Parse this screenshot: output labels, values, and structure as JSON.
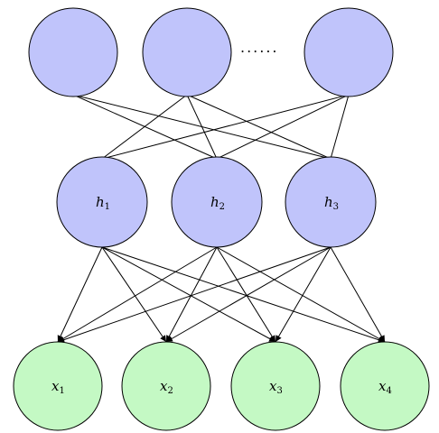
{
  "colors": {
    "top_fill": "#c0c4fb",
    "hidden_fill": "#c0c4fb",
    "visible_fill": "#c4f9c4",
    "stroke": "#000000"
  },
  "layers": {
    "top": {
      "nodes": [
        {
          "id": "t1",
          "label": "",
          "sub": ""
        },
        {
          "id": "t2",
          "label": "",
          "sub": ""
        },
        {
          "id": "t3",
          "label": "",
          "sub": ""
        }
      ],
      "ellipsis": "......"
    },
    "hidden": {
      "nodes": [
        {
          "id": "h1",
          "label": "h",
          "sub": "1"
        },
        {
          "id": "h2",
          "label": "h",
          "sub": "2"
        },
        {
          "id": "h3",
          "label": "h",
          "sub": "3"
        }
      ]
    },
    "visible": {
      "nodes": [
        {
          "id": "x1",
          "label": "x",
          "sub": "1"
        },
        {
          "id": "x2",
          "label": "x",
          "sub": "2"
        },
        {
          "id": "x3",
          "label": "x",
          "sub": "3"
        },
        {
          "id": "x4",
          "label": "x",
          "sub": "4"
        }
      ]
    }
  },
  "edges": {
    "undirected": [
      [
        "t1",
        "h2"
      ],
      [
        "t1",
        "h3"
      ],
      [
        "t2",
        "h1"
      ],
      [
        "t2",
        "h2"
      ],
      [
        "t2",
        "h3"
      ],
      [
        "t3",
        "h1"
      ],
      [
        "t3",
        "h2"
      ],
      [
        "t3",
        "h3"
      ]
    ],
    "directed": [
      [
        "h1",
        "x1"
      ],
      [
        "h1",
        "x2"
      ],
      [
        "h1",
        "x3"
      ],
      [
        "h1",
        "x4"
      ],
      [
        "h2",
        "x1"
      ],
      [
        "h2",
        "x2"
      ],
      [
        "h2",
        "x3"
      ],
      [
        "h2",
        "x4"
      ],
      [
        "h3",
        "x1"
      ],
      [
        "h3",
        "x2"
      ],
      [
        "h3",
        "x3"
      ],
      [
        "h3",
        "x4"
      ]
    ]
  }
}
